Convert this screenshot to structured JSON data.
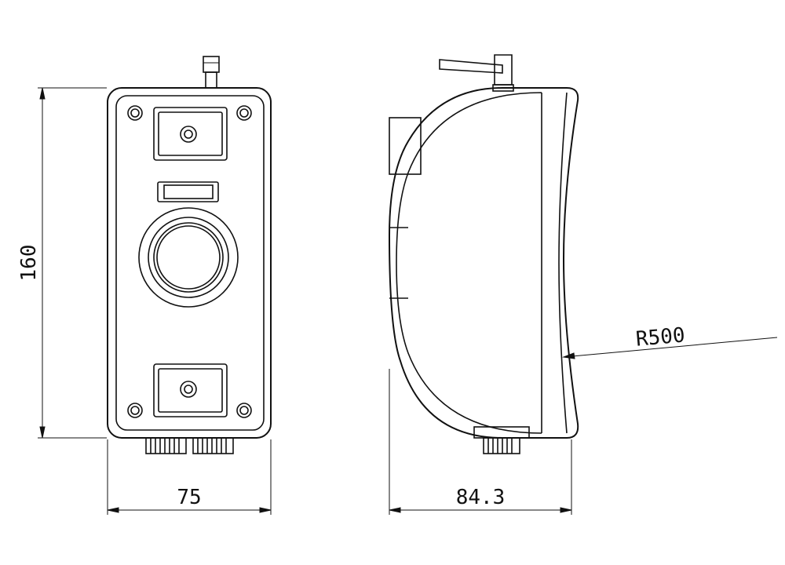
{
  "dimensions": {
    "height": "160",
    "front_width": "75",
    "side_depth": "84.3",
    "radius": "R500"
  },
  "colors": {
    "line": "#111111",
    "background": "#ffffff"
  }
}
